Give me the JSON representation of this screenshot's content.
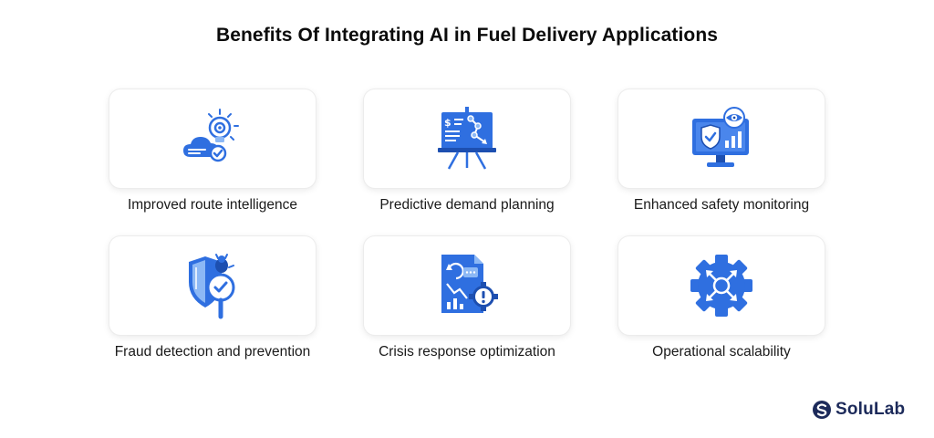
{
  "title": "Benefits Of Integrating AI in Fuel Delivery Applications",
  "colors": {
    "icon_blue": "#2f6fe0",
    "icon_light": "#8cb8f5",
    "logo_navy": "#1c2a5a"
  },
  "benefits": [
    {
      "label": "Improved route intelligence",
      "icon": "cloud-lightbulb-icon"
    },
    {
      "label": "Predictive demand planning",
      "icon": "presentation-board-icon"
    },
    {
      "label": "Enhanced safety monitoring",
      "icon": "monitor-shield-eye-icon"
    },
    {
      "label": "Fraud detection and prevention",
      "icon": "shield-bug-magnifier-icon"
    },
    {
      "label": "Crisis response optimization",
      "icon": "report-gear-alert-icon"
    },
    {
      "label": "Operational scalability",
      "icon": "gear-expand-icon"
    }
  ],
  "brand": {
    "name": "SoluLab"
  }
}
